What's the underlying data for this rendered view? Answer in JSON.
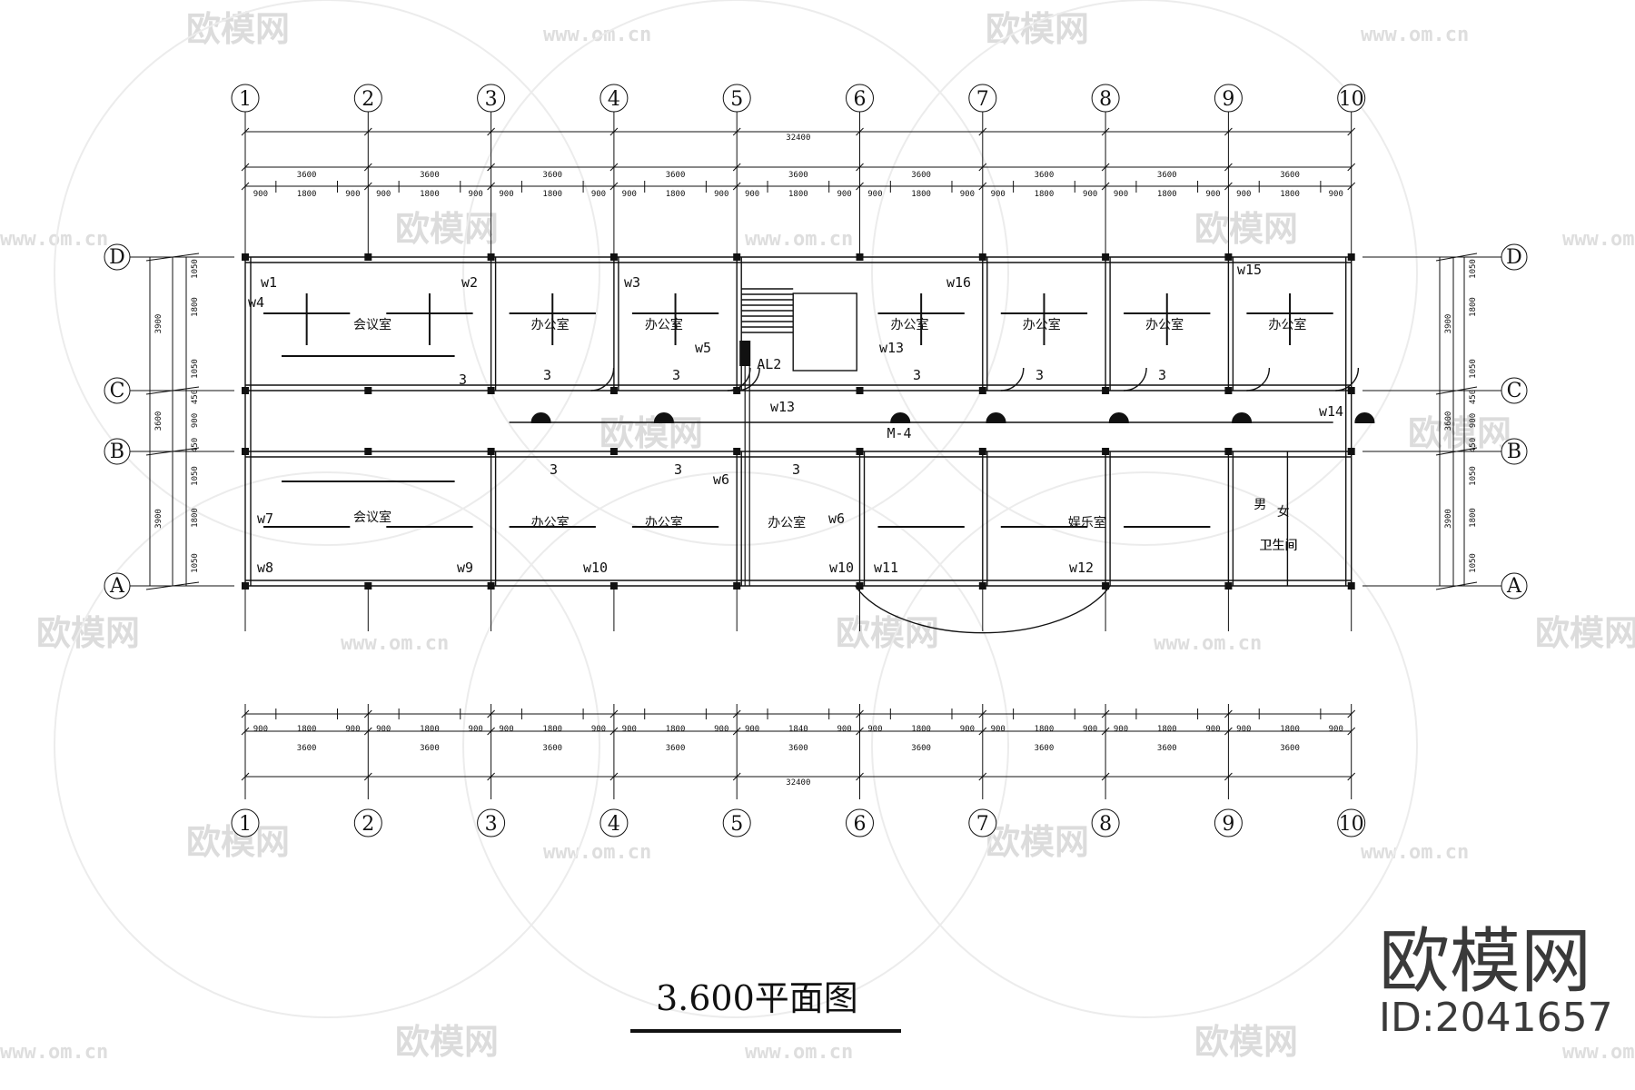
{
  "drawing": {
    "title": "3.600平面图",
    "overall_dimension": "32400",
    "bay_dimensions": [
      "3600",
      "3600",
      "3600",
      "3600",
      "3600",
      "3600",
      "3600",
      "3600",
      "3600"
    ],
    "sub_dimensions": [
      "900",
      "1800",
      "900"
    ],
    "sub_dimensions_bottom_bay5": [
      "900",
      "1840",
      "900"
    ],
    "column_axes": [
      "1",
      "2",
      "3",
      "4",
      "5",
      "6",
      "7",
      "8",
      "9",
      "10"
    ],
    "row_axes": [
      "D",
      "C",
      "B",
      "A"
    ],
    "row_dimensions_outer": [
      "3900",
      "3600",
      "3900"
    ],
    "row_dimensions_inner": [
      "1050",
      "1800",
      "1050",
      "450",
      "900",
      "450",
      "1050",
      "1800",
      "1050"
    ],
    "rooms": {
      "meeting_top": "会议室",
      "office_top_1": "办公室",
      "office_top_2": "办公室",
      "office_top_3": "办公室",
      "office_top_4": "办公室",
      "office_top_5": "办公室",
      "office_top_6": "办公室",
      "meeting_bottom": "会议室",
      "office_bottom_1": "办公室",
      "office_bottom_2": "办公室",
      "office_bottom_3": "办公室",
      "recreation": "娱乐室",
      "toilet_male_sign": "男",
      "toilet_female_sign": "女",
      "toilet_male": "卫生间",
      "toilet_female": "卫生间"
    },
    "window_labels": [
      "w1",
      "w2",
      "w3",
      "w4",
      "w5",
      "w6",
      "w6",
      "w7",
      "w8",
      "w9",
      "w10",
      "w10",
      "w11",
      "w12",
      "w13",
      "w13",
      "w14",
      "w15",
      "w16"
    ],
    "panel_label": "AL2",
    "door_label": "M-4",
    "wire_count": "3"
  },
  "watermark": {
    "brand": "欧模网",
    "url": "www.om.cn",
    "url_short": "om.cn",
    "id": "ID:2041657"
  },
  "colors": {
    "line": "#111111",
    "watermark": "#dcdcdc"
  }
}
